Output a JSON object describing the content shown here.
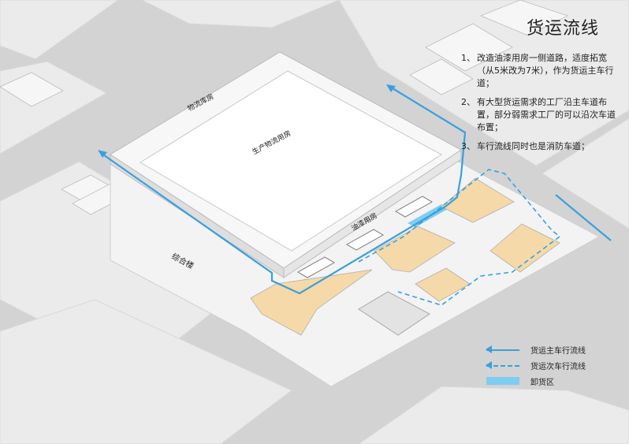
{
  "title": "货运流线",
  "notes": [
    {
      "num": "1、",
      "text": "改造油漆用房一侧道路，适度拓宽（从5米改为7米），作为货运主车行道；"
    },
    {
      "num": "2、",
      "text": "有大型货运需求的工厂沿主车道布置，部分弱需求工厂的可以沿次车道布置；"
    },
    {
      "num": "3、",
      "text": "车行流线同时也是消防车道；"
    }
  ],
  "labels": {
    "warehouse": "物流库房",
    "production": "生产物流用房",
    "paint": "油漆用房",
    "complex": "综合楼"
  },
  "legend": [
    {
      "label": "货运主车行流线",
      "style": "solid-arrow"
    },
    {
      "label": "货运次车行流线",
      "style": "dashed-arrow"
    },
    {
      "label": "卸货区",
      "style": "zone"
    }
  ],
  "colors": {
    "background": "#d3d3d3",
    "block": "#e9e9e9",
    "building": "#ffffff",
    "factory": "#f5d9a8",
    "main_route": "#3aa0dd",
    "secondary_route": "#3aa0dd",
    "unloading_zone": "#7ecdf3"
  }
}
